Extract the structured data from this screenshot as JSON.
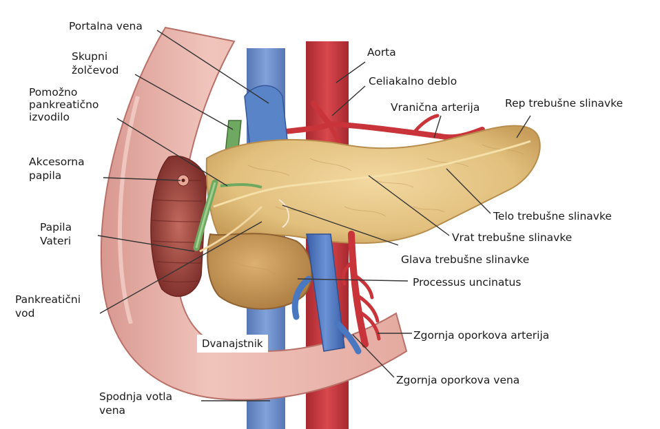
{
  "labels": {
    "portalna_vena": "Portalna vena",
    "skupni_zolcevod": [
      "Skupni",
      "žolčevod"
    ],
    "pomozno_izvodilo": [
      "Pomožno",
      "pankreatično",
      "izvodilo"
    ],
    "akcesorna_papila": [
      "Akcesorna",
      "papila"
    ],
    "papila_vateri": [
      "Papila",
      "Vateri"
    ],
    "pankreaticni_vod": [
      "Pankreatični",
      "vod"
    ],
    "spodnja_votla_vena": [
      "Spodnja votla",
      "vena"
    ],
    "dvanajstnik": "Dvanajstnik",
    "aorta": "Aorta",
    "celiakalno_deblo": "Celiakalno deblo",
    "vranicna_arterija": "Vranična arterija",
    "rep": "Rep trebušne slinavke",
    "telo": "Telo trebušne slinavke",
    "vrat": "Vrat trebušne slinavke",
    "glava": "Glava trebušne slinavke",
    "processus_uncinatus": "Processus uncinatus",
    "zg_oporkova_arterija": "Zgornja oporkova arterija",
    "zg_oporkova_vena": "Zgornja oporkova vena"
  },
  "colors": {
    "duodenum": "#e8b0a8",
    "duodenum_inner": "#a8504a",
    "pancreas": "#e8c88a",
    "artery": "#c8343a",
    "vein": "#4a78c0",
    "bile_duct": "#6fa860",
    "leader_line": "#333333"
  }
}
